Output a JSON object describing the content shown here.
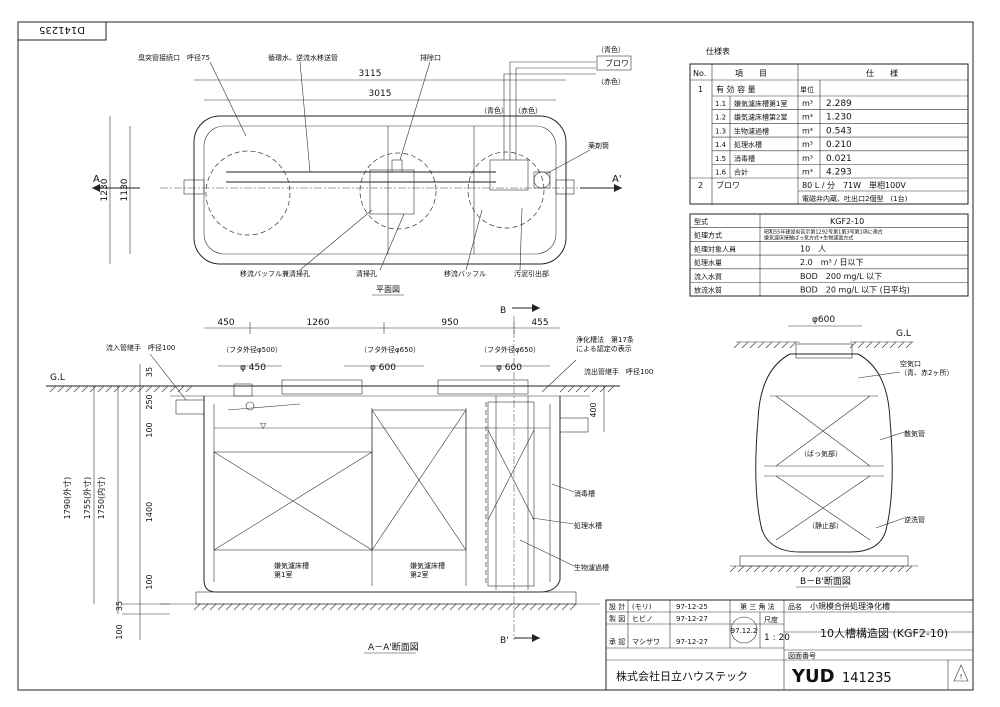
{
  "drawing_id": "D141235",
  "plan": {
    "labels": {
      "vent_pipe": "臭突管接続口　呼径75",
      "circ_pipe": "循環水、逆流水移送管",
      "drain": "排除口",
      "blue": "（青色）",
      "red": "（赤色）",
      "blower": "ブロワ",
      "blue2": "（青色）",
      "red2": "（赤色）",
      "chem": "薬剤筒",
      "baffle_clean": "移流バッフル兼清掃孔",
      "clean_hole": "清掃孔",
      "baffle": "移流バッフル",
      "sludge": "汚泥引出部",
      "view_title": "平面図",
      "sec_a": "A",
      "sec_a2": "A'",
      "sec_b": "B"
    },
    "dims": {
      "d1": "3115",
      "d2": "3015",
      "h1": "1230",
      "h2": "1130"
    }
  },
  "spec_table": {
    "title": "仕様表",
    "headers": {
      "no": "No.",
      "item": "項　　目",
      "spec": "仕　　様"
    },
    "g1_no": "1",
    "g1_title": "有 効 容 量",
    "g1_unit_head": "単位",
    "rows": [
      {
        "no": "1.1",
        "name": "嫌気濾床槽第1室",
        "unit": "m³",
        "value": "2.289"
      },
      {
        "no": "1.2",
        "name": "嫌気濾床槽第2室",
        "unit": "m³",
        "value": "1.230"
      },
      {
        "no": "1.3",
        "name": "生物濾過槽",
        "unit": "m³",
        "value": "0.543"
      },
      {
        "no": "1.4",
        "name": "処理水槽",
        "unit": "m³",
        "value": "0.210"
      },
      {
        "no": "1.5",
        "name": "消毒槽",
        "unit": "m³",
        "value": "0.021"
      },
      {
        "no": "1.6",
        "name": "合計",
        "unit": "m³",
        "value": "4.293"
      }
    ],
    "g2_no": "2",
    "g2_name": "ブロワ",
    "g2_val1": "80 L / 分　71W　単相100V",
    "g2_val2": "電磁弁内蔵、吐出口2個型　(1台)"
  },
  "model_table": {
    "rows": [
      {
        "k": "型式",
        "v": "KGF2-10"
      },
      {
        "k": "処理方式",
        "v": "昭和55年建設省告示第1292号第1第3号第1項に適合\n嫌気濾床接触ばっ気方式+生物濾過方式"
      },
      {
        "k": "処理対象人員",
        "v": "10　人"
      },
      {
        "k": "処理水量",
        "v": "2.0　m³ / 日以下"
      },
      {
        "k": "流入水質",
        "v": "BOD　200 mg/L 以下"
      },
      {
        "k": "放流水質",
        "v": "BOD　20 mg/L 以下 (日平均)"
      }
    ]
  },
  "section_aa": {
    "labels": {
      "inlet": "流入管継手　呼径100",
      "outlet": "流出管継手　呼径100",
      "gl": "G.L",
      "lid1": "（フタ外径φ500）",
      "lid2": "（フタ外径φ650）",
      "lid3": "（フタ外径φ650）",
      "phi1": "φ 450",
      "phi2": "φ 600",
      "phi3": "φ 600",
      "law": "浄化槽法　第17条\nによる認定の表示",
      "disinfect": "消毒槽",
      "treated": "処理水槽",
      "biofilter": "生物濾過槽",
      "room1": "嫌気濾床槽\n第1室",
      "room2": "嫌気濾床槽\n第2室",
      "view_title": "A－A'断面図",
      "sec_b": "B'"
    },
    "dims": {
      "w1": "450",
      "w2": "1260",
      "w3": "950",
      "w4": "455",
      "v1": "35",
      "v2": "250",
      "v3": "100",
      "v4": "1400",
      "v5": "100",
      "v6": "35",
      "v7": "100",
      "h_out": "400",
      "total1": "1790(外寸)",
      "total2": "1755(外寸)",
      "total3": "1750(内寸)"
    }
  },
  "section_bb": {
    "labels": {
      "phi": "φ600",
      "gl": "G.L",
      "air": "空気口\n（青、赤2ヶ所）",
      "diffuser": "散気管",
      "aer": "（ばっ気部）",
      "still": "（静止部）",
      "backflow": "逆洗管",
      "view_title": "B－B'断面図"
    }
  },
  "title_block": {
    "rows": [
      {
        "role": "設 計",
        "name": "(モリ)",
        "date": "97-12-25"
      },
      {
        "role": "製 図",
        "name": "ヒビノ",
        "date": "97-12-27"
      },
      {
        "role": "承 認",
        "name": "マシザワ",
        "date": "97-12-27"
      }
    ],
    "projection": "第 三 角 法",
    "scale_label": "尺度",
    "scale": "1 : 20",
    "stamp_date": "97.12.2",
    "name_label": "品名",
    "product": "小規模合併処理浄化槽",
    "drawing_name": "10人槽構造図 (KGF2-10)",
    "company": "株式会社日立ハウステック",
    "num_label": "図面番号",
    "drawing_no_prefix": "YUD",
    "drawing_no": "141235"
  }
}
